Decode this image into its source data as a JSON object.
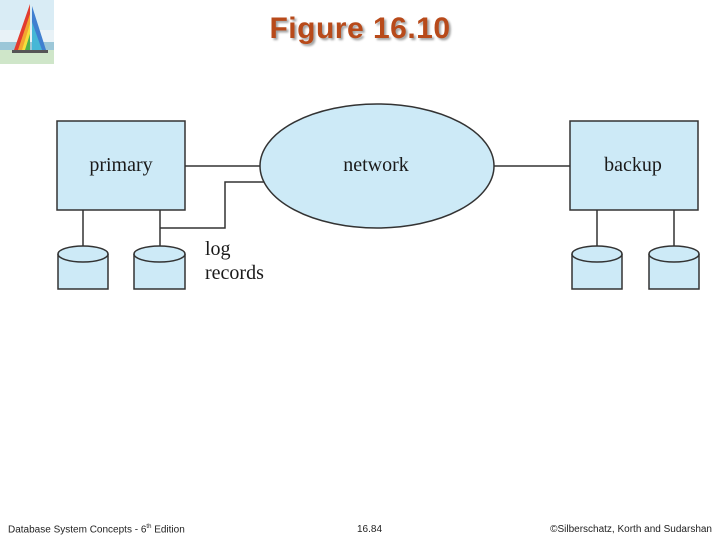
{
  "title": "Figure 16.10",
  "diagram": {
    "primary_label": "primary",
    "network_label": "network",
    "backup_label": "backup",
    "log_label_line1": "log",
    "log_label_line2": "records"
  },
  "colors": {
    "box_fill": "#cdeaf7",
    "title_color": "#b84a1a"
  },
  "footer": {
    "left_text_before": "Database System Concepts - 6",
    "left_superscript": "th",
    "left_text_after": " Edition",
    "page_number": "16.84",
    "copyright": "©Silberschatz, Korth and Sudarshan"
  }
}
